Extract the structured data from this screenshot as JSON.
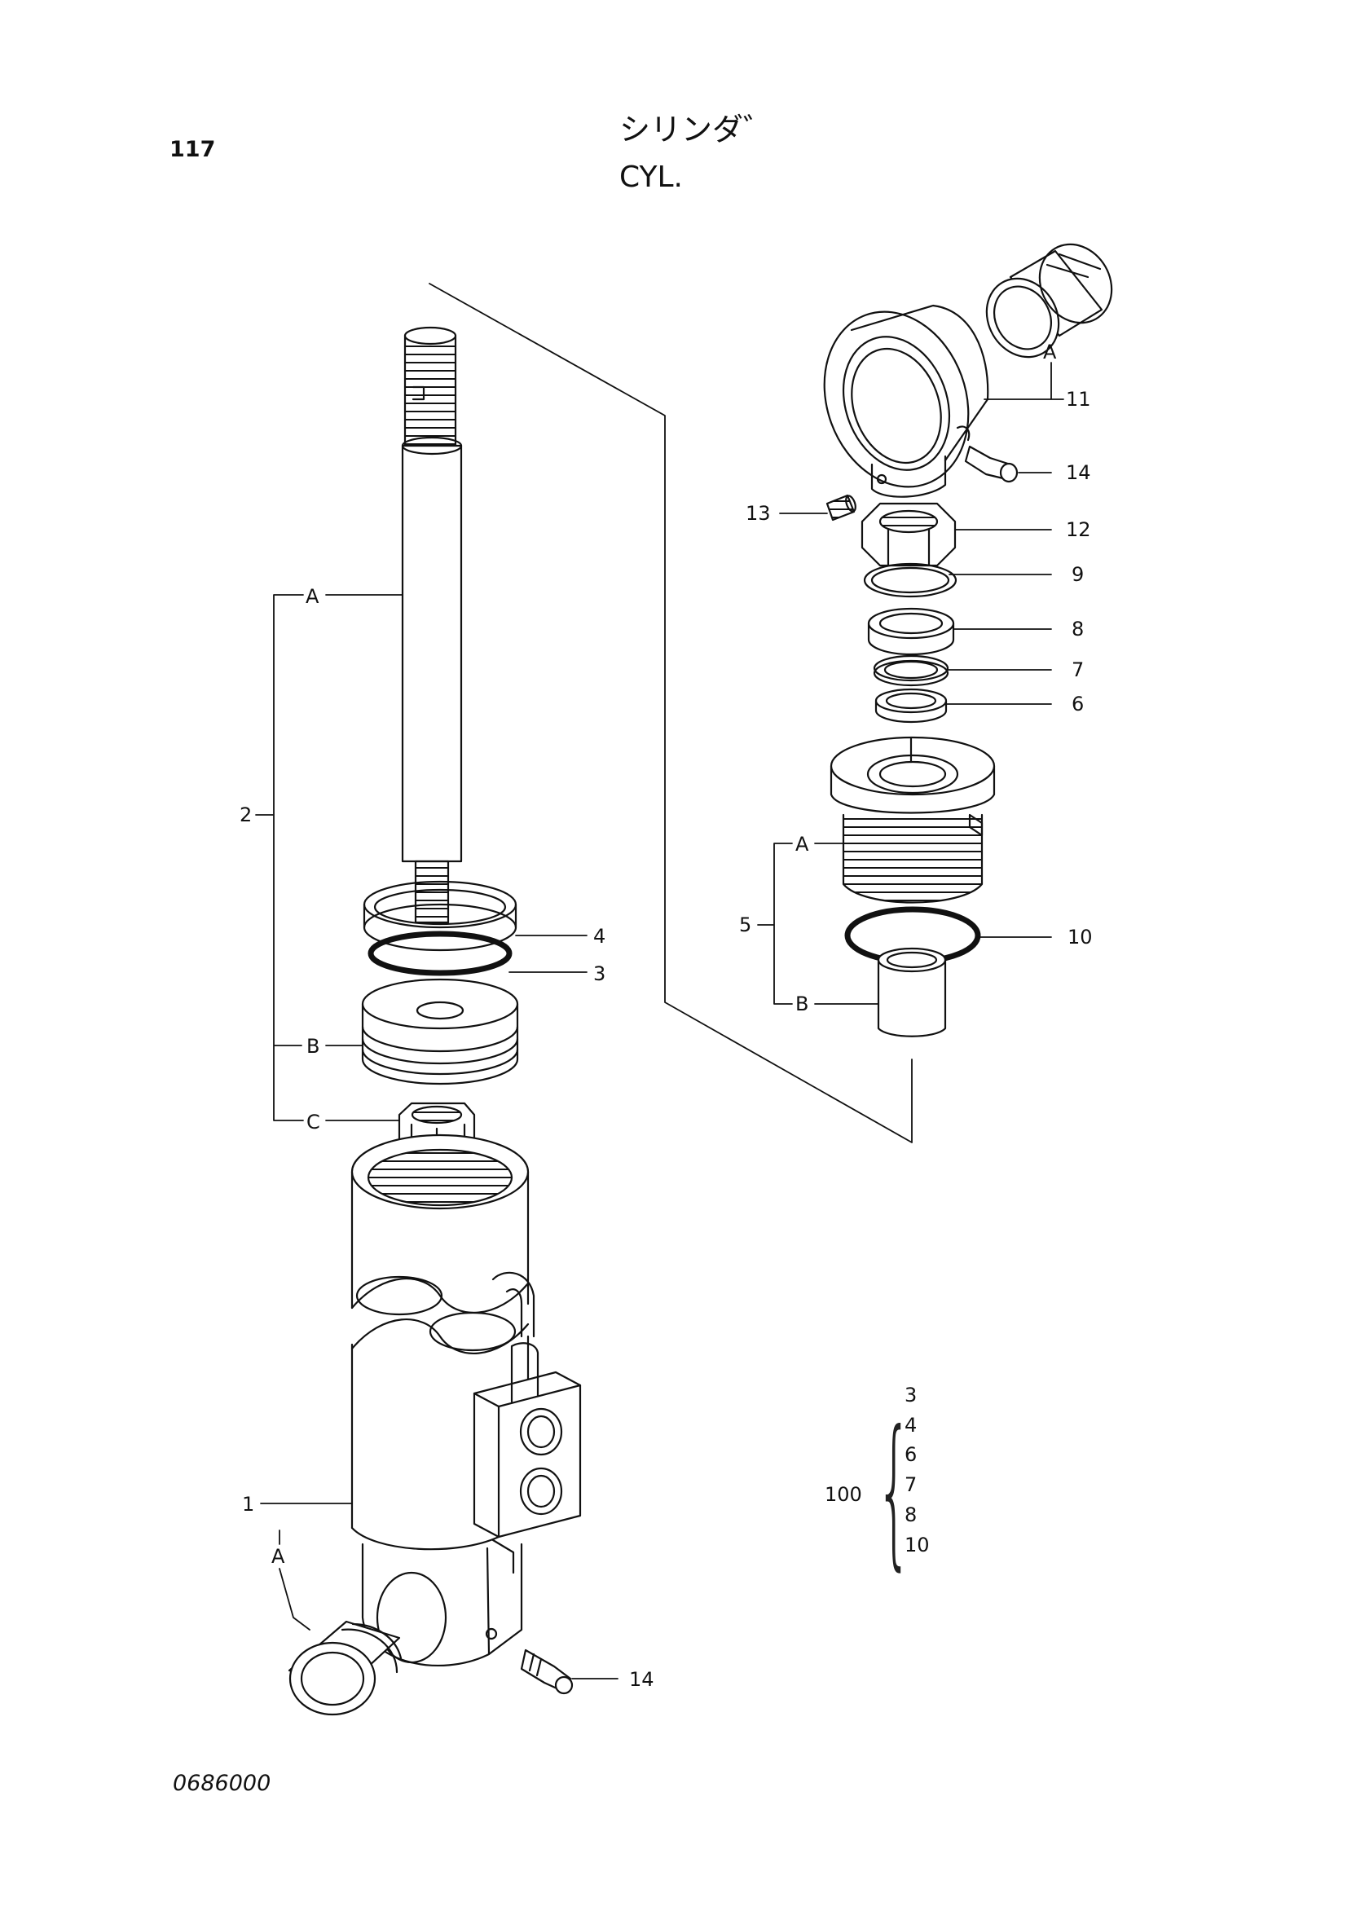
{
  "header": {
    "page_number": "117",
    "title_jp": "シリンダ゛",
    "title_en": "CYL."
  },
  "footer": {
    "code": "0686000"
  },
  "callouts": {
    "rod_assembly": "2",
    "rod_sub_a": "A",
    "rod_sub_b": "B",
    "rod_sub_c": "C",
    "wear_ring": "4",
    "piston_seal": "3",
    "tube": "1",
    "tube_sub_a": "A",
    "tube_grease_fitting": "14",
    "rod_eye": "11",
    "rod_eye_sub_a": "A",
    "rod_eye_grease_fitting": "14",
    "set_screw": "13",
    "nut": "12",
    "ring_9": "9",
    "seal_8": "8",
    "seal_7": "7",
    "seal_6": "6",
    "head_assembly": "5",
    "head_sub_a": "A",
    "head_sub_b": "B",
    "o_ring": "10"
  },
  "seal_kit": {
    "kit_number": "100",
    "brace": "{",
    "items": [
      "3",
      "4",
      "6",
      "7",
      "8",
      "10"
    ]
  }
}
